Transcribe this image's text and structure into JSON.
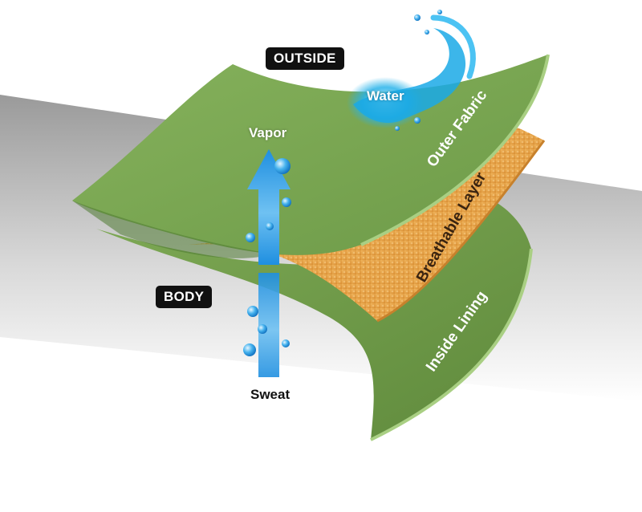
{
  "labels": {
    "outside": "OUTSIDE",
    "body": "BODY",
    "vapor": "Vapor",
    "water": "Water",
    "sweat": "Sweat",
    "outer_fabric": "Outer Fabric",
    "breathable_layer": "Breathable Layer",
    "inside_lining": "Inside Lining"
  },
  "colors": {
    "fabric_green": "#7aa653",
    "fabric_edge": "#a9cf83",
    "breathable_orange": "#e8a44a",
    "arrow_blue": "#1f8fe0",
    "water_blue": "#1aa9e6"
  }
}
